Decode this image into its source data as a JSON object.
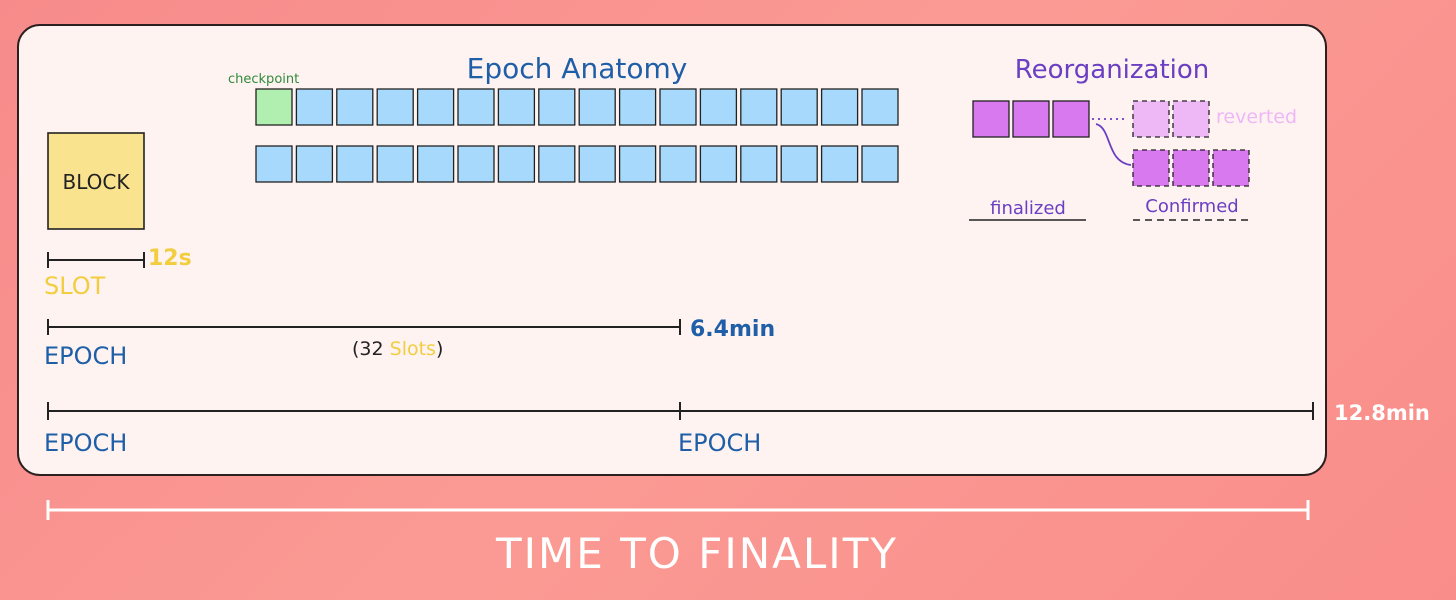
{
  "colors": {
    "page_background": "#f88e8b",
    "card_background": "#fef3f1",
    "block_fill": "#fae38f",
    "slot_fill": "#a6d9fb",
    "checkpoint_fill": "#b1efb1",
    "reorg_fill": "#d879f0",
    "reverted_fill": "#eeb7f6",
    "epoch_blue": "#1f5fa8",
    "slot_yellow": "#f2cd40",
    "reorg_purple": "#6b3fc2",
    "checkpoint_green": "#2f8a3b",
    "white": "#ffffff"
  },
  "epoch_anatomy": {
    "title": "Epoch Anatomy",
    "checkpoint_label": "checkpoint",
    "rows": 2,
    "slots_per_row": 16
  },
  "block": {
    "label": "BLOCK",
    "slot_label": "SLOT",
    "slot_time": "12s"
  },
  "epoch_span": {
    "label": "EPOCH",
    "duration": "6.4min",
    "note_open": "(32 ",
    "note_slots": "Slots",
    "note_close": ")"
  },
  "two_epochs": {
    "first_label": "EPOCH",
    "second_label": "EPOCH",
    "duration": "12.8min"
  },
  "reorganization": {
    "title": "Reorganization",
    "finalized_label": "finalized",
    "confirmed_label": "Confirmed",
    "reverted_label": "reverted",
    "finalized_count": 3,
    "reverted_count": 2,
    "confirmed_count": 3
  },
  "footer": {
    "title": "TIME TO FINALITY"
  }
}
